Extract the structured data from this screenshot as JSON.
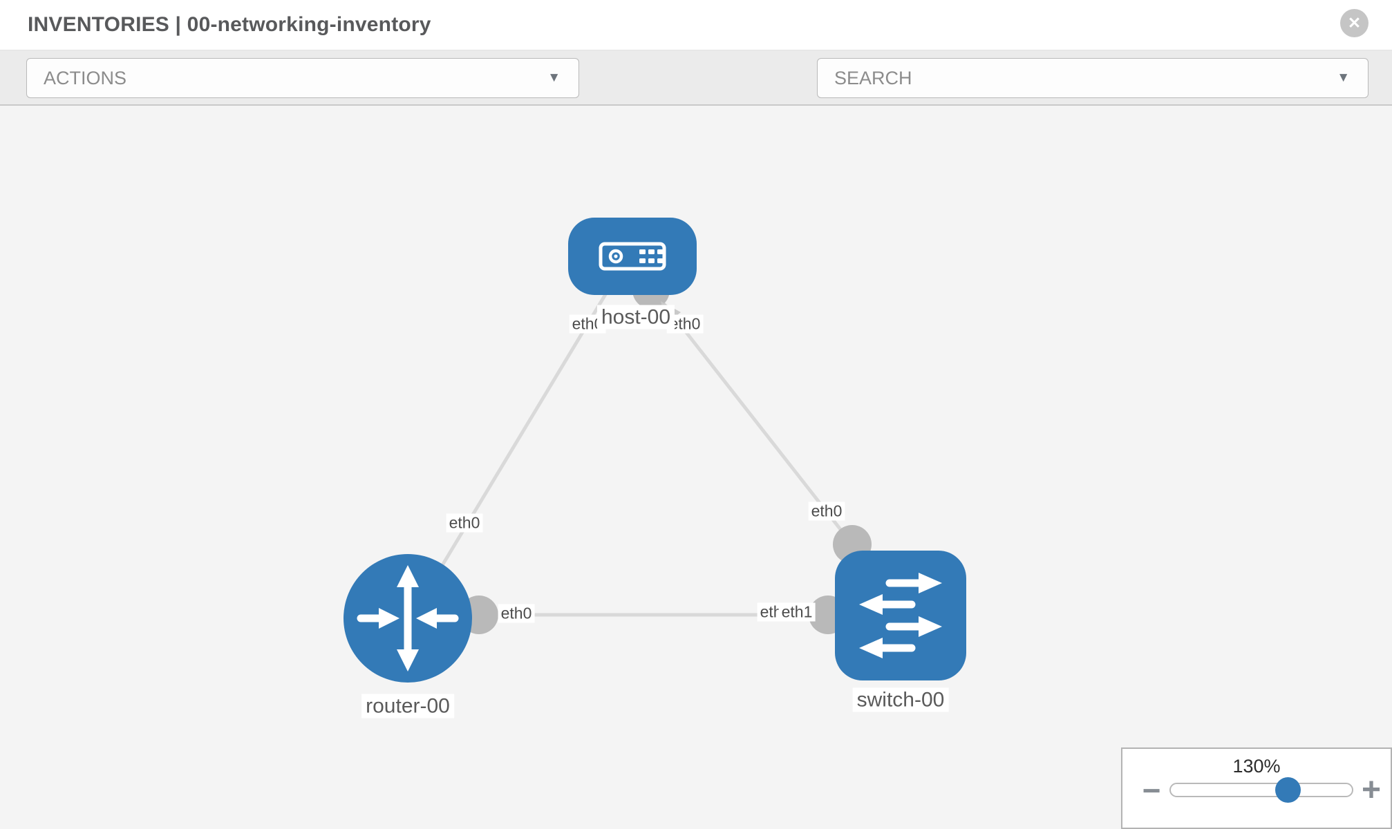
{
  "window": {
    "title": "INVENTORIES | 00-networking-inventory",
    "close_glyph": "✕"
  },
  "toolbar": {
    "actions_dropdown": {
      "label": "ACTIONS",
      "caret": "▼"
    },
    "search_dropdown": {
      "label": "SEARCH",
      "caret": "▼"
    },
    "icons": [
      "wrench-icon",
      "key-icon"
    ]
  },
  "topology": {
    "nodes": [
      {
        "label": "host-00",
        "type": "host",
        "shape": "rounded-rect",
        "icon": "host-icon"
      },
      {
        "label": "router-00",
        "type": "router",
        "shape": "circle",
        "icon": "router-icon"
      },
      {
        "label": "switch-00",
        "type": "switch",
        "shape": "rounded-square",
        "icon": "switch-icon"
      }
    ],
    "links": [
      {
        "from": "host-00",
        "from_port": "eth0",
        "to": "router-00",
        "to_port": "eth0"
      },
      {
        "from": "host-00",
        "from_port": "eth0",
        "to": "switch-00",
        "to_port": "eth0"
      },
      {
        "from": "router-00",
        "from_port": "eth0",
        "to": "switch-00",
        "to_port": "eth1"
      }
    ],
    "port_labels": {
      "host_left": "eth0",
      "host_right": "eth0",
      "router_top": "eth0",
      "router_right": "eth0",
      "switch_top": "eth0",
      "switch_left_back": "eth0",
      "switch_left_front": "eth1"
    },
    "colors": {
      "node_fill": "#337ab7",
      "link": "#d9d9d9",
      "endpoint": "#b9b9b9",
      "canvas_bg": "#f4f4f4"
    }
  },
  "zoom_control": {
    "level": "130%",
    "minus_glyph": "−",
    "plus_glyph": "+"
  }
}
